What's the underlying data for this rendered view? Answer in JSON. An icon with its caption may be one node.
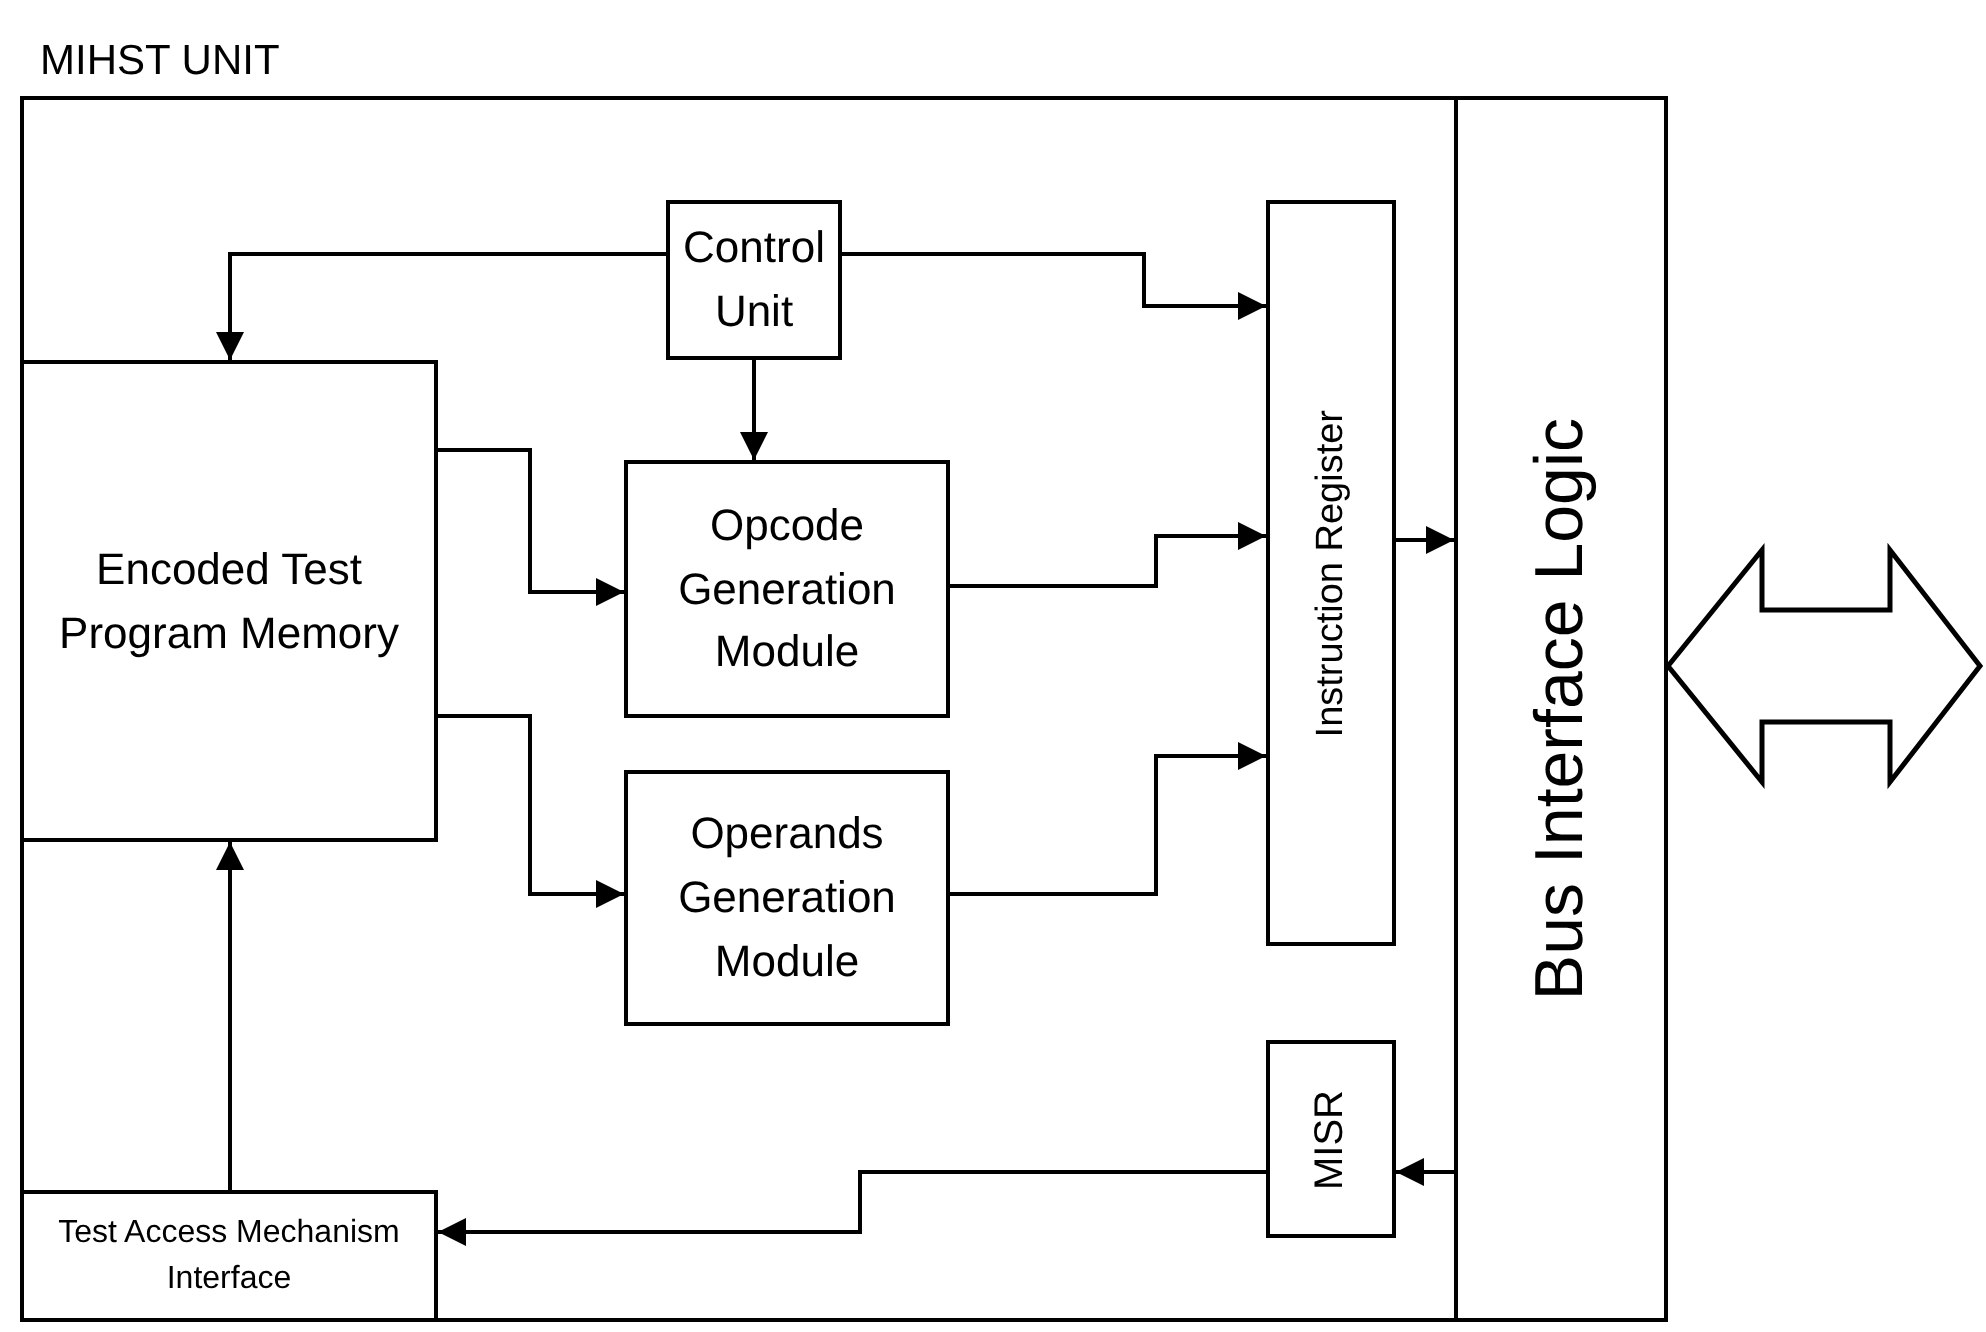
{
  "diagram": {
    "nodes": [
      {
        "text": [
          "MIHST UNIT"
        ]
      },
      {
        "text": [
          "Control Unit"
        ],
        "in": 0
      },
      {
        "text": [
          "Encoded Test Program Memory"
        ],
        "in": 0
      },
      {
        "text": [
          "Opcode Generation Module"
        ],
        "in": 0
      },
      {
        "text": [
          "Operands Generation Module"
        ],
        "in": 0
      },
      {
        "text": [
          "Instruction Register"
        ],
        "in": 0
      },
      {
        "text": [
          "Bus Interface Logic"
        ],
        "in": 0
      },
      {
        "text": [
          "MISR"
        ],
        "in": 0
      },
      {
        "text": [
          "Test Access Mechanism Interface"
        ],
        "in": 0
      }
    ],
    "edges": [
      {
        "from": 1,
        "to": 2,
        "arrow": "to"
      },
      {
        "from": 1,
        "to": 5,
        "arrow": "to"
      },
      {
        "from": 1,
        "to": 3,
        "arrow": "to"
      },
      {
        "from": 2,
        "to": 3,
        "arrow": "to"
      },
      {
        "from": 2,
        "to": 4,
        "arrow": "to"
      },
      {
        "from": 3,
        "to": 5,
        "arrow": "to"
      },
      {
        "from": 4,
        "to": 5,
        "arrow": "to"
      },
      {
        "from": 5,
        "to": 6,
        "arrow": "to"
      },
      {
        "from": 6,
        "to": 7,
        "arrow": "to"
      },
      {
        "from": 7,
        "to": 8,
        "arrow": "to"
      },
      {
        "from": 8,
        "to": 2,
        "arrow": "to"
      },
      {
        "from": 6,
        "to": null,
        "arrow": "both",
        "style": "thick"
      }
    ]
  }
}
